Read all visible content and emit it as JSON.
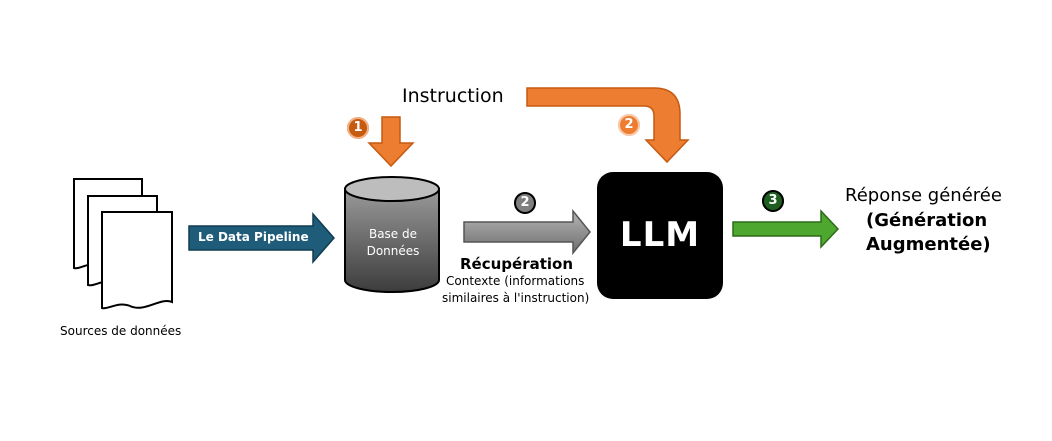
{
  "sources": {
    "label": "Sources de données"
  },
  "pipeline": {
    "label": "Le Data Pipeline"
  },
  "database": {
    "line1": "Base de",
    "line2": "Données"
  },
  "instruction": {
    "label": "Instruction"
  },
  "llm": {
    "label": "LLM"
  },
  "retrieval": {
    "title": "Récupération",
    "line1": "Contexte (informations",
    "line2": "similaires à l'instruction)"
  },
  "response": {
    "line1": "Réponse générée",
    "line2": "(Génération",
    "line3": "Augmentée)"
  },
  "steps": {
    "step1": "1",
    "step2_instruction": "2",
    "step2_retrieval": "2",
    "step3": "3"
  },
  "colors": {
    "orange": "#ED7D31",
    "orange_dark": "#C55A11",
    "pipeline_blue": "#1F5C7A",
    "retrieval_gray": "#8C8C8C",
    "green": "#4EA72E",
    "green_dark": "#1E5E20",
    "gray_badge": "#7F7F7F",
    "llm_box": "#000000"
  }
}
